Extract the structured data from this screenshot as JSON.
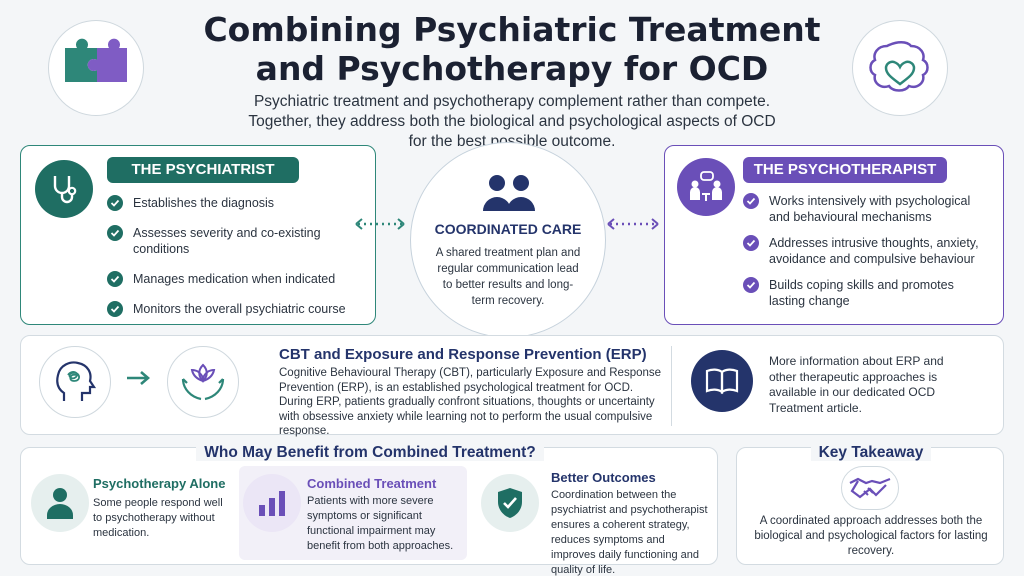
{
  "header": {
    "title_line1": "Combining Psychiatric Treatment",
    "title_line2": "and Psychotherapy for OCD",
    "intro_line1": "Psychiatric treatment and psychotherapy complement rather than compete.",
    "intro_line2": "Together, they address both the biological and psychological aspects of OCD",
    "intro_line3": "for the best possible outcome."
  },
  "psychiatrist": {
    "title": "THE PSYCHIATRIST",
    "items": [
      "Establishes the diagnosis",
      "Assesses severity and co-existing conditions",
      "Manages medication when indicated",
      "Monitors the overall psychiatric course"
    ]
  },
  "coordinated": {
    "title": "COORDINATED CARE",
    "body": "A shared treatment plan and regular communication lead to better results and long-term recovery."
  },
  "psychotherapist": {
    "title": "THE PSYCHOTHERAPIST",
    "items": [
      "Works intensively with psychological and behavioural mechanisms",
      "Addresses intrusive thoughts, anxiety, avoidance and compulsive behaviour",
      "Builds coping skills and promotes lasting change"
    ]
  },
  "erp": {
    "title": "CBT and Exposure and Response Prevention (ERP)",
    "body": "Cognitive Behavioural Therapy (CBT), particularly Exposure and Response Prevention (ERP), is an established psychological treatment for OCD. During ERP, patients gradually confront situations, thoughts or uncertainty with obsessive anxiety while learning not to perform the usual compulsive response.",
    "more_info": "More information about ERP and other therapeutic approaches is available in our dedicated OCD Treatment article."
  },
  "benefit": {
    "heading": "Who May Benefit from Combined Treatment?",
    "cards": [
      {
        "title": "Psychotherapy Alone",
        "body": "Some people respond well to psychotherapy without medication."
      },
      {
        "title": "Combined Treatment",
        "body": "Patients with more severe symptoms or significant functional impairment may benefit from both approaches."
      },
      {
        "title": "Better Outcomes",
        "body": "Coordination between the psychiatrist and psychotherapist ensures a coherent strategy, reduces symptoms and improves daily functioning and quality of life."
      }
    ]
  },
  "takeaway": {
    "heading": "Key Takeaway",
    "body": "A coordinated approach addresses both the biological and psychological factors for lasting recovery."
  },
  "icons": {
    "puzzle": "puzzle-icon",
    "brain_heart": "brain-heart-icon",
    "stethoscope": "stethoscope-icon",
    "people": "people-icon",
    "therapy_session": "therapy-session-icon",
    "head_tangle": "head-tangle-icon",
    "arrow_right": "arrow-right-icon",
    "lotus_hands": "lotus-hands-icon",
    "book": "book-icon",
    "person": "person-icon",
    "bar_chart": "bar-chart-icon",
    "shield_check": "shield-check-icon",
    "handshake": "handshake-icon"
  },
  "colors": {
    "teal": "#1f6e63",
    "purple": "#6a4fb8",
    "navy": "#24346b"
  }
}
